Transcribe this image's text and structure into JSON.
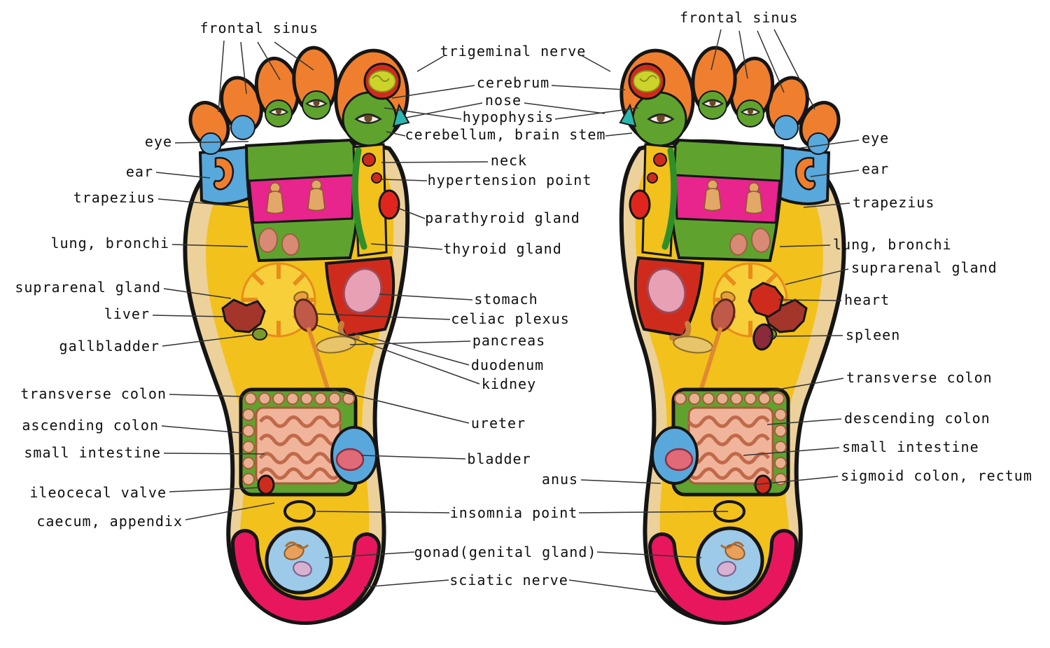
{
  "palette": {
    "background": "#ffffff",
    "outline": "#151515",
    "sole_tan": "#ecd19a",
    "zone_yellow": "#f2c11c",
    "zone_orange": "#ef7f2e",
    "zone_green": "#5fa32e",
    "zone_blue": "#58a8dc",
    "zone_magenta": "#e7258c",
    "zone_red": "#cf2b1d",
    "zone_teal": "#2ab7b0",
    "heel_pink": "#e8175d",
    "intestine_pink": "#f0b49a",
    "liver_brown": "#a3352a",
    "label_text": "#101010",
    "leader_line": "#333333"
  },
  "annotations": {
    "left": [
      "frontal sinus",
      "eye",
      "ear",
      "trapezius",
      "lung, bronchi",
      "suprarenal gland",
      "liver",
      "gallbladder",
      "transverse colon",
      "ascending colon",
      "small intestine",
      "ileocecal valve",
      "caecum, appendix"
    ],
    "middle": [
      "trigeminal nerve",
      "cerebrum",
      "nose",
      "hypophysis",
      "cerebellum, brain stem",
      "neck",
      "hypertension point",
      "parathyroid gland",
      "thyroid gland",
      "stomach",
      "celiac plexus",
      "pancreas",
      "duodenum",
      "kidney",
      "ureter",
      "bladder",
      "anus",
      "insomnia point",
      "gonad(genital gland)",
      "sciatic nerve"
    ],
    "right": [
      "frontal sinus",
      "eye",
      "ear",
      "trapezius",
      "lung, bronchi",
      "suprarenal gland",
      "heart",
      "spleen",
      "transverse colon",
      "descending colon",
      "small intestine",
      "sigmoid colon, rectum"
    ]
  }
}
